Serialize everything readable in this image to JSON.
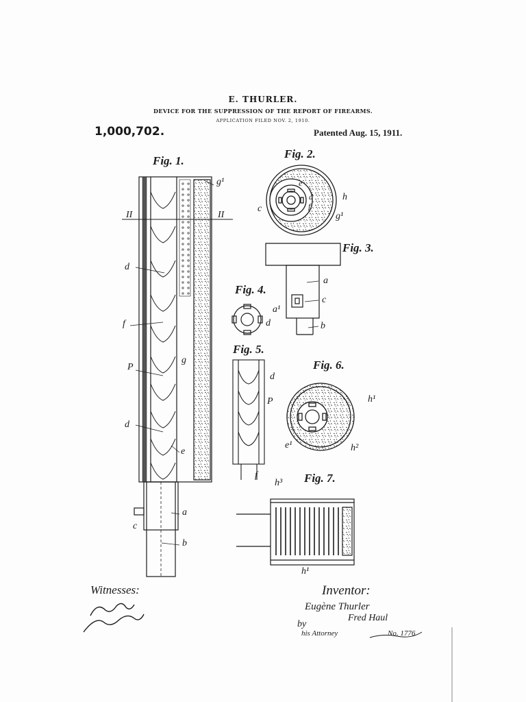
{
  "header": {
    "inventor": "E. THURLER.",
    "title": "DEVICE FOR THE SUPPRESSION OF THE REPORT OF FIREARMS.",
    "filed": "APPLICATION FILED NOV. 2, 1910.",
    "patent_number": "1,000,702.",
    "patented": "Patented Aug. 15, 1911."
  },
  "figures": {
    "fig1": "Fig. 1.",
    "fig2": "Fig. 2.",
    "fig3": "Fig. 3.",
    "fig4": "Fig. 4.",
    "fig5": "Fig. 5.",
    "fig6": "Fig. 6.",
    "fig7": "Fig. 7."
  },
  "labels": {
    "g1": "g¹",
    "II_left": "II",
    "II_right": "II",
    "d": "d",
    "f": "f",
    "g": "g",
    "P": "P",
    "e": "e",
    "a": "a",
    "c": "c",
    "b": "b",
    "h": "h",
    "a1": "a¹",
    "e1": "e¹",
    "h1": "h¹",
    "h2": "h²",
    "h3": "h³"
  },
  "signatures": {
    "witnesses_label": "Witnesses:",
    "inventor_label": "Inventor:",
    "inventor_name": "Eugène Thurler",
    "by": "by",
    "attorney": "his Attorney",
    "attorney_sig": "Fred Haul",
    "serial": "No. 1776"
  }
}
